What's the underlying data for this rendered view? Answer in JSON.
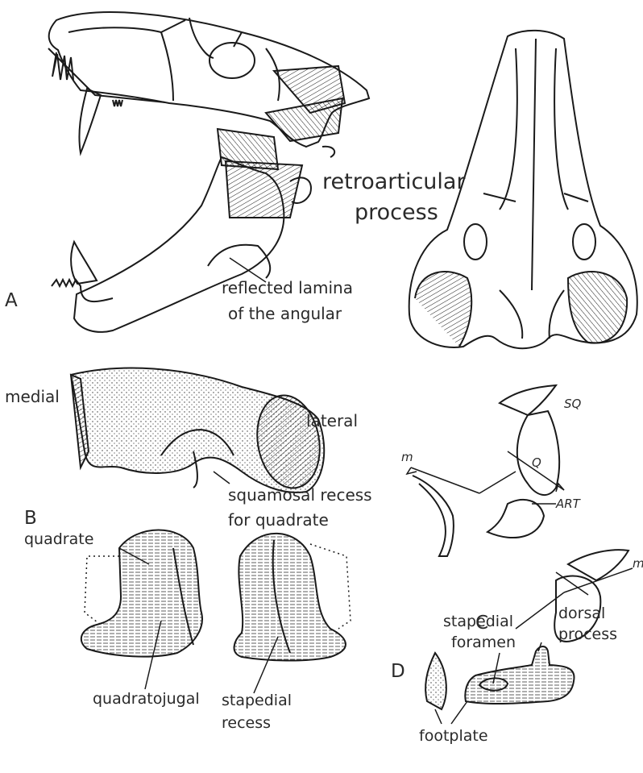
{
  "panels": {
    "a": "A",
    "b": "B",
    "c": "C",
    "d": "D"
  },
  "labels": {
    "retroarticular_1": "retroarticular",
    "retroarticular_2": "process",
    "reflected_1": "reflected lamina",
    "reflected_2": "of the angular",
    "medial": "medial",
    "lateral": "lateral",
    "squamosal_1": "squamosal recess",
    "squamosal_2": "for quadrate",
    "quadrate": "quadrate",
    "quadratojugal": "quadratojugal",
    "stapedial_recess_1": "stapedial",
    "stapedial_recess_2": "recess",
    "sq": "SQ",
    "q": "Q",
    "art": "ART",
    "m1": "m",
    "m2": "m",
    "stapedial_foramen_1": "stapedial",
    "stapedial_foramen_2": "foramen",
    "dorsal_1": "dorsal",
    "dorsal_2": "process",
    "footplate": "footplate"
  },
  "colors": {
    "ink": "#1a1a1a",
    "background": "#ffffff"
  }
}
